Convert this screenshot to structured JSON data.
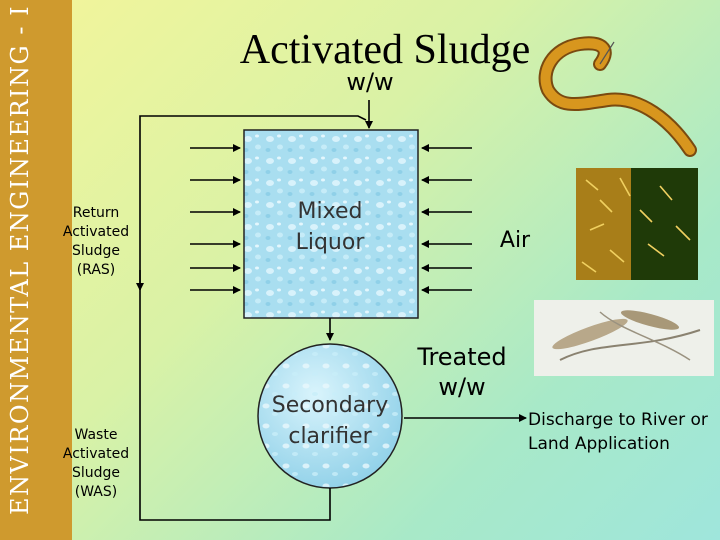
{
  "sidebar": {
    "text": "ENVIRONMENTAL ENGINEERING - I"
  },
  "title": "Activated Sludge",
  "subtitle": "w/w",
  "labels": {
    "ras": "Return Activated Sludge (RAS)",
    "was": "Waste Activated Sludge (WAS)",
    "mixed_liquor": "Mixed Liquor",
    "air": "Air",
    "treated": "Treated w/w",
    "secondary": "Secondary clarifier",
    "discharge": "Discharge to River or Land Application"
  },
  "colors": {
    "sidebar": "#cf9a2e",
    "tank_fill": "#a9def0",
    "tank_stroke": "#1a1a1a"
  },
  "icons": [
    "worm-image",
    "bacteria-micrograph",
    "microorganisms-micrograph"
  ]
}
